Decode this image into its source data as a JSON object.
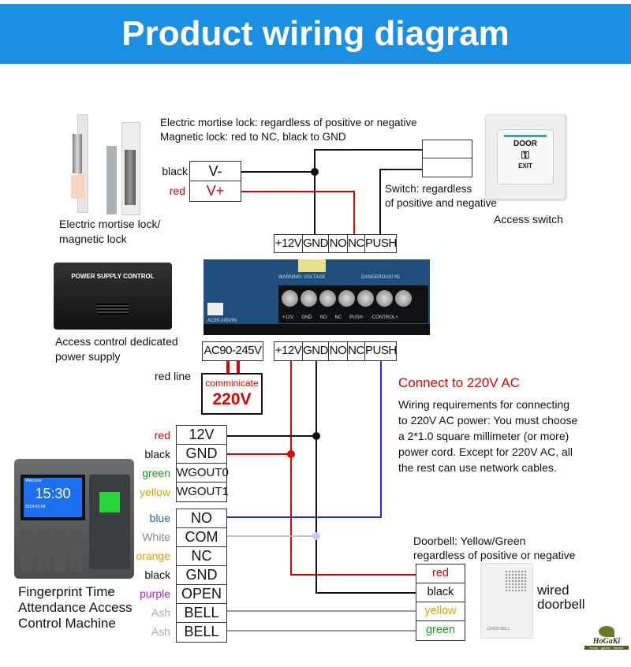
{
  "header": {
    "title": "Product wiring diagram"
  },
  "lock": {
    "note1": "Electric mortise lock: regardless of positive or negative",
    "note2": "Magnetic lock: red to NC, black to GND",
    "label1": "Electric mortise lock/",
    "label2": "magnetic lock",
    "terminals": [
      {
        "wire": "black",
        "name": "V-"
      },
      {
        "wire": "red",
        "name": "V+"
      }
    ]
  },
  "switch": {
    "note1": "Switch: regardless",
    "note2": "of positive and negative",
    "label": "Access switch",
    "image": {
      "line1": "DOOR",
      "line2": "EXIT"
    }
  },
  "controller": {
    "top_terminals": [
      "+12V",
      "GND",
      "NO",
      "NC",
      "PUSH"
    ],
    "bottom_terminals": [
      "+12V",
      "GND",
      "NO",
      "NC",
      "PUSH"
    ],
    "ac_terminal": "AC90-245V",
    "board_labels": [
      "WARNING: VOLTAGE",
      "DANGEROUS! RL",
      "+12V",
      "GND",
      "NO",
      "NC",
      "PUSH",
      "-CONTROL+",
      "AC90-245VIN"
    ]
  },
  "power_supply": {
    "label1": "Access control dedicated",
    "label2": "power supply",
    "image_title": "POWER SUPPLY CONTROL",
    "red_line": "red line",
    "mains_small": "comminicate",
    "mains_big": "220V"
  },
  "ac_note": {
    "title": "Connect to 220V AC",
    "lines": [
      "Wiring requirements for connecting",
      "to 220V AC power: You must choose",
      "a 2*1.0 square millimeter (or more)",
      "power cord. Except for 220V AC, all",
      "the rest can use network cables."
    ]
  },
  "fingerprint": {
    "label": [
      "Fingerprint Time",
      "Attendance Access",
      "Control Machine"
    ],
    "screen": {
      "welcome": "Welcome",
      "time": "15:30",
      "date": "2024-03-04"
    },
    "group1": [
      {
        "wire": "red",
        "color": "#e00000",
        "name": "12V"
      },
      {
        "wire": "black",
        "color": "#111111",
        "name": "GND"
      },
      {
        "wire": "green",
        "color": "#1a9a1a",
        "name": "WGOUT0"
      },
      {
        "wire": "yellow",
        "color": "#d4a800",
        "name": "WGOUT1"
      }
    ],
    "group2": [
      {
        "wire": "blue",
        "color": "#1f5fe0",
        "name": "NO"
      },
      {
        "wire": "White",
        "color": "#888888",
        "name": "COM"
      },
      {
        "wire": "orange",
        "color": "#e89a00",
        "name": "NC"
      },
      {
        "wire": "black",
        "color": "#111111",
        "name": "GND"
      },
      {
        "wire": "purple",
        "color": "#b020d0",
        "name": "OPEN"
      },
      {
        "wire": "Ash",
        "color": "#aaaaaa",
        "name": "BELL"
      },
      {
        "wire": "Ash",
        "color": "#aaaaaa",
        "name": "BELL"
      }
    ]
  },
  "doorbell": {
    "note1": "Doorbell: Yellow/Green",
    "note2": "regardless of positive or negative",
    "label1": "wired",
    "label2": "doorbell",
    "image_text": "DOOR BELL",
    "terminals": [
      {
        "name": "red",
        "color": "#e00000"
      },
      {
        "name": "black",
        "color": "#111111"
      },
      {
        "name": "yellow",
        "color": "#d4a800"
      },
      {
        "name": "green",
        "color": "#1a9a1a"
      }
    ]
  },
  "logo": {
    "name": "HoGaKi",
    "tagline": "Home · garden · kitchen"
  },
  "colors": {
    "header": "#1b8fe2",
    "red_wire": "#e00000",
    "black_wire": "#111111",
    "blue_wire": "#2030e0",
    "com_wire": "#b8c0f0",
    "bell_wire": "#999999"
  }
}
